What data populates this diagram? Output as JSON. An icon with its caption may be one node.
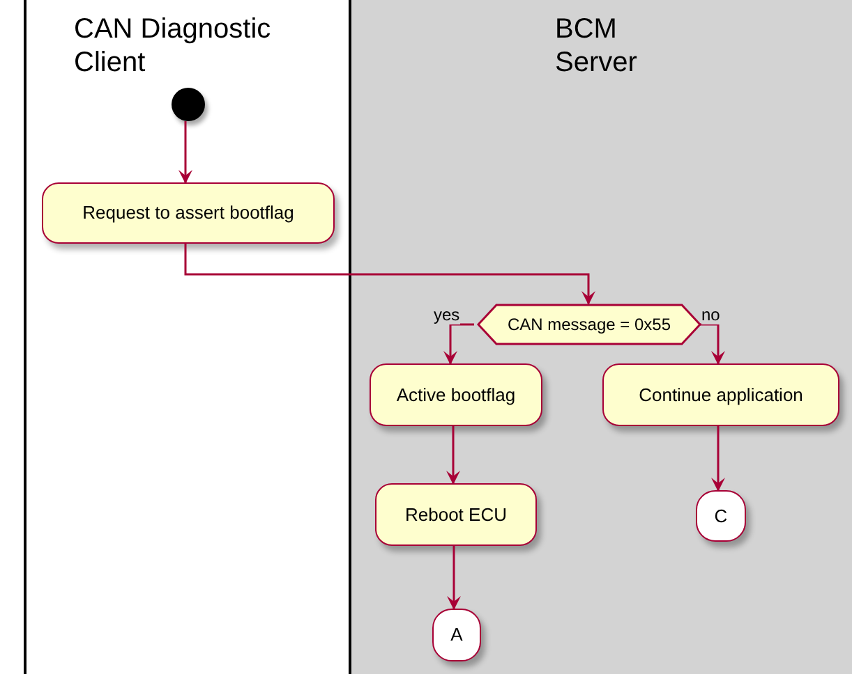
{
  "diagram": {
    "nodes": [
      {
        "text": [
          "CAN Diagnostic Client"
        ]
      },
      {
        "text": [
          "BCM Server"
        ]
      },
      {
        "text": [],
        "shape": "circle",
        "in": 0
      },
      {
        "text": [
          "Request to assert bootflag"
        ],
        "in": 0
      },
      {
        "text": [
          "CAN message = 0x55"
        ],
        "in": 1
      },
      {
        "text": [
          "Active bootflag"
        ],
        "in": 1
      },
      {
        "text": [
          "Continue application"
        ],
        "in": 1
      },
      {
        "text": [
          "Reboot ECU"
        ],
        "in": 1
      },
      {
        "text": [
          "C"
        ],
        "in": 1
      },
      {
        "text": [
          "A"
        ],
        "in": 1
      }
    ],
    "edges": [
      {
        "from": 2,
        "to": 3,
        "arrow": "to"
      },
      {
        "from": 3,
        "to": 4,
        "arrow": "to"
      },
      {
        "from": 4,
        "to": 5,
        "arrow": "to",
        "label": "yes"
      },
      {
        "from": 4,
        "to": 6,
        "arrow": "to",
        "label": "no"
      },
      {
        "from": 5,
        "to": 7,
        "arrow": "to"
      },
      {
        "from": 7,
        "to": 9,
        "arrow": "to"
      },
      {
        "from": 6,
        "to": 8,
        "arrow": "to"
      }
    ]
  }
}
